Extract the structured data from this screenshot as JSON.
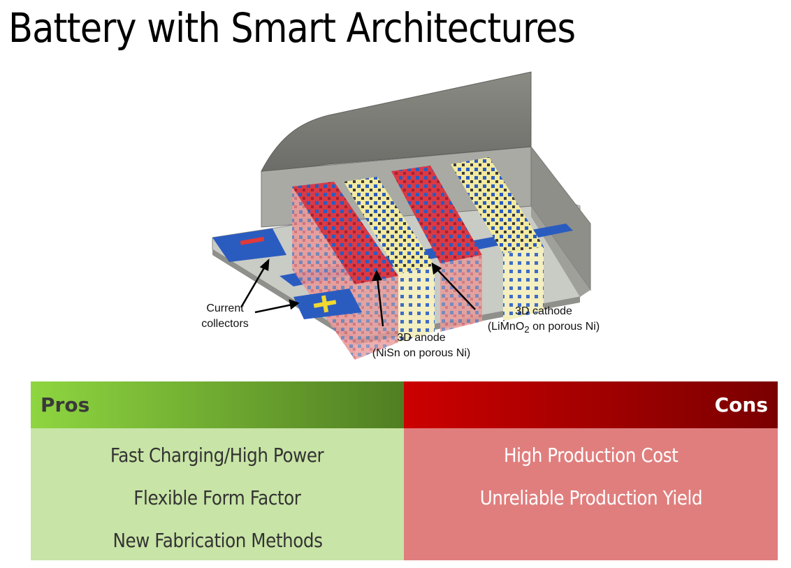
{
  "slide": {
    "title": "Battery with Smart Architectures"
  },
  "figure": {
    "labels": {
      "current_collectors_line1": "Current",
      "current_collectors_line2": "collectors",
      "anode_line1": "3D anode",
      "anode_line2": "(NiSn on porous Ni)",
      "cathode_line1": "3D cathode",
      "cathode_line2_pre": "(LiMnO",
      "cathode_line2_sub": "2",
      "cathode_line2_post": " on porous Ni)"
    },
    "colors": {
      "anode": "#d93a45",
      "cathode": "#efe8a0",
      "collector": "#1f55b5",
      "casing": "#9a9b95"
    }
  },
  "table": {
    "pros": {
      "header": "Pros",
      "items": [
        "Fast Charging/High Power",
        "Flexible Form Factor",
        "New Fabrication Methods"
      ]
    },
    "cons": {
      "header": "Cons",
      "items": [
        "High Production Cost",
        "Unreliable Production Yield",
        ""
      ]
    }
  }
}
